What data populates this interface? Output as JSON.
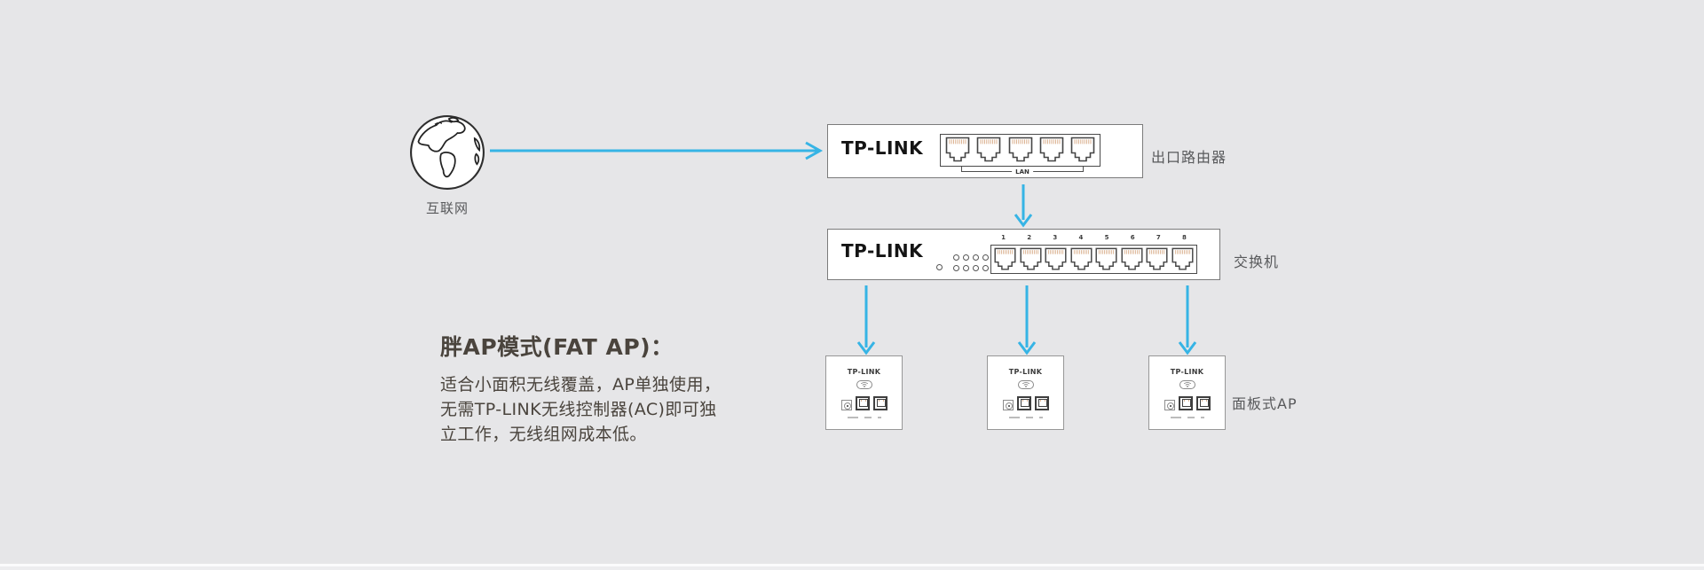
{
  "page": {
    "background": "#e6e6e8"
  },
  "colors": {
    "arrow": "#36b4e5",
    "heading_text": "#4a443d",
    "label_text": "#58595b",
    "port_pin": "#dbb291"
  },
  "internet": {
    "label": "互联网",
    "icon": "globe-icon"
  },
  "router": {
    "brand": "TP-LINK",
    "label": "出口路由器",
    "port_count": 5,
    "port_group_label": "LAN"
  },
  "switch": {
    "brand": "TP-LINK",
    "label": "交换机",
    "port_count": 8,
    "port_numbers": [
      "1",
      "2",
      "3",
      "4",
      "5",
      "6",
      "7",
      "8"
    ],
    "leds": {
      "single": 1,
      "grid_rows": 2,
      "grid_cols": 4
    }
  },
  "panel_ap": {
    "brand": "TP-LINK",
    "label": "面板式AP",
    "count": 3
  },
  "description": {
    "heading": "胖AP模式(FAT AP)：",
    "lines": [
      "适合小面积无线覆盖，AP单独使用，",
      "无需TP-LINK无线控制器(AC)即可独",
      "立工作，无线组网成本低。"
    ]
  }
}
